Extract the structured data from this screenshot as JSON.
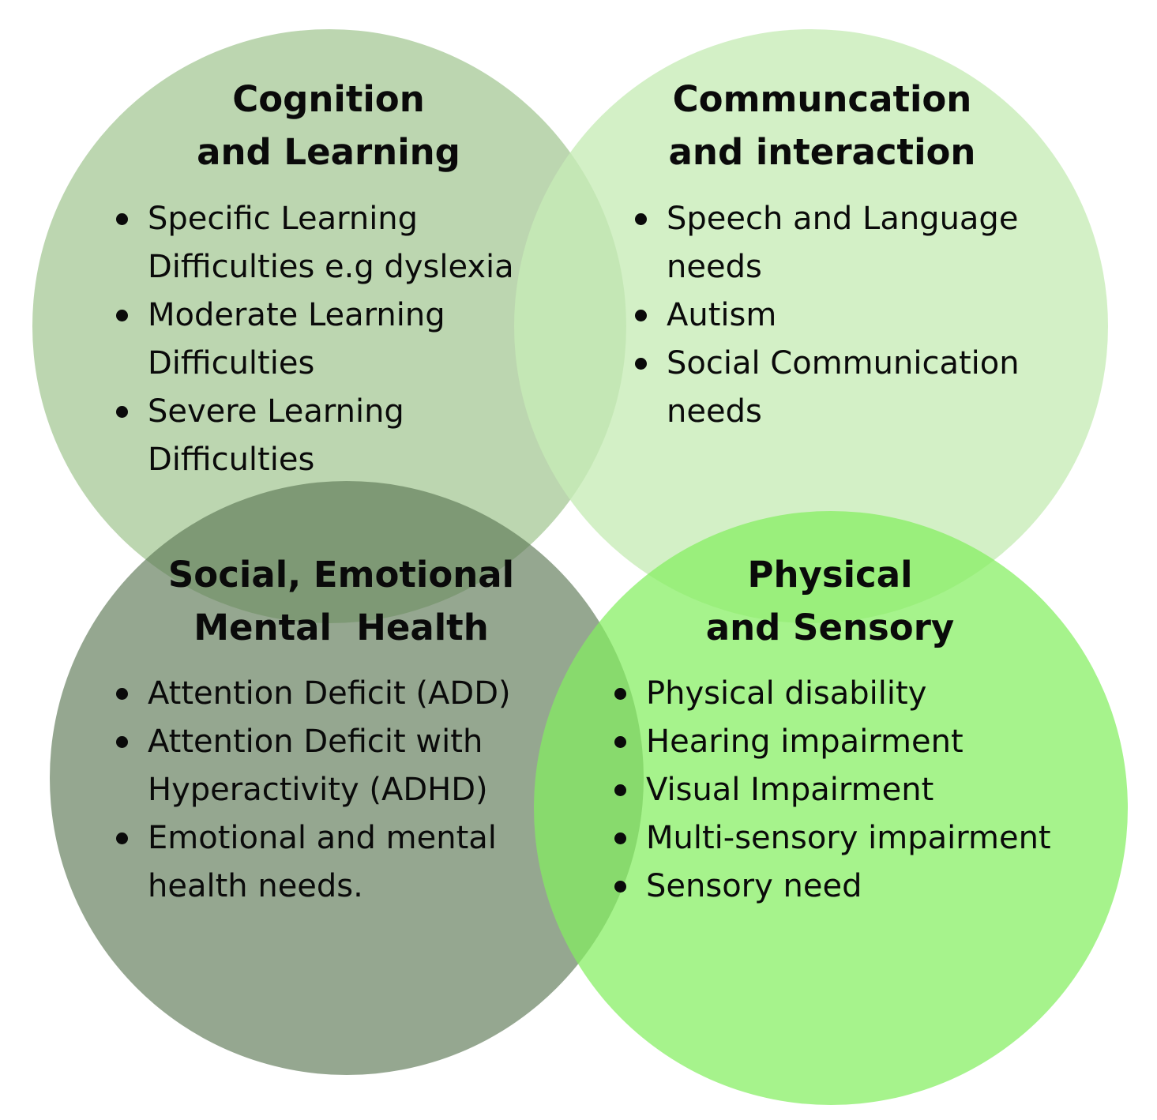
{
  "colors": {
    "cognition_circle": "#a9ca9a",
    "communication_circle": "#c6ecb6",
    "social_emotional_circle": "#5e7a57",
    "physical_circle": "#84ee60",
    "text": "#0a0a0a"
  },
  "quadrants": [
    {
      "id": "cognition",
      "title_lines": [
        "Cognition",
        "and Learning"
      ],
      "items": [
        "Specific Learning\nDifficulties e.g dyslexia",
        "Moderate Learning\nDifficulties",
        "Severe Learning\nDifficulties"
      ]
    },
    {
      "id": "communication",
      "title_lines": [
        "Communcation",
        "and interaction"
      ],
      "items": [
        "Speech and Language\nneeds",
        "Autism",
        "Social Communication\nneeds"
      ]
    },
    {
      "id": "social-emotional",
      "title_lines": [
        "Social, Emotional",
        "Mental  Health"
      ],
      "items": [
        "Attention Deficit (ADD)",
        "Attention Deficit with\nHyperactivity (ADHD)",
        "Emotional and mental\nhealth needs."
      ]
    },
    {
      "id": "physical",
      "title_lines": [
        "Physical",
        "and Sensory"
      ],
      "items": [
        "Physical disability",
        "Hearing impairment",
        "Visual Impairment",
        "Multi-sensory impairment",
        "Sensory need"
      ]
    }
  ]
}
